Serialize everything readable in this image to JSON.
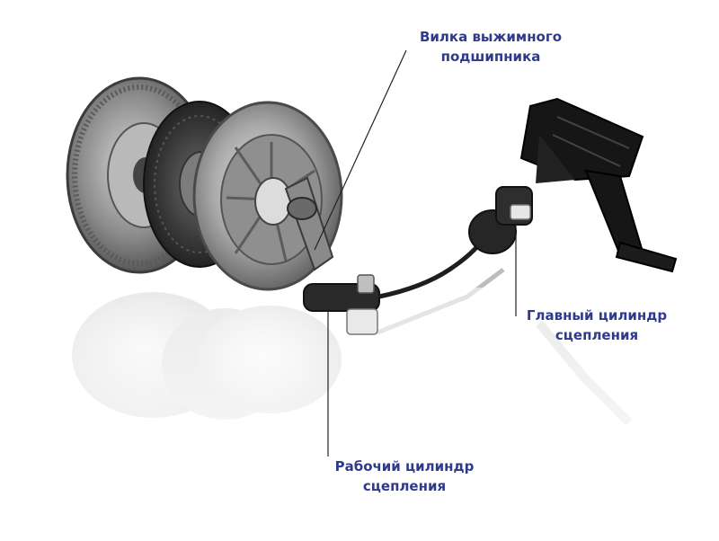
{
  "labels": {
    "release_fork": {
      "line1": "Вилка выжимного",
      "line2": "подшипника"
    },
    "master_cylinder": {
      "line1": "Главный цилиндр",
      "line2": "сцепления"
    },
    "slave_cylinder": {
      "line1": "Рабочий цилиндр",
      "line2": "сцепления"
    }
  },
  "colors": {
    "label_text": "#2e3a8c",
    "leader_line": "#222222",
    "metal_dark": "#3a3a3a",
    "metal_mid": "#8a8a8a",
    "metal_light": "#cfcfcf",
    "pedal_black": "#161616"
  }
}
